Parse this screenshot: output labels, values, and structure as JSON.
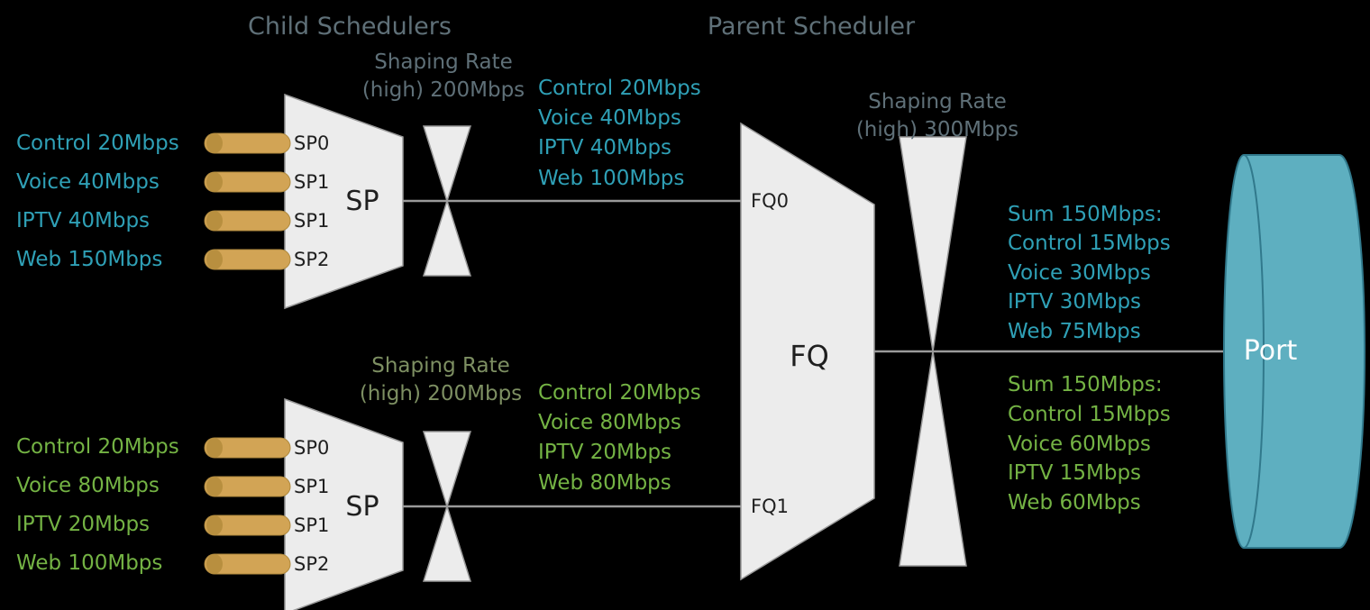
{
  "titles": {
    "child": "Child Schedulers",
    "parent": "Parent Scheduler"
  },
  "child_top": {
    "inputs": [
      "Control 20Mbps",
      "Voice 40Mbps",
      "IPTV 40Mbps",
      "Web 150Mbps"
    ],
    "queues": [
      "SP0",
      "SP1",
      "SP1",
      "SP2"
    ],
    "scheduler": "SP",
    "shaping": [
      "Shaping Rate",
      "(high) 200Mbps"
    ],
    "outputs": [
      "Control 20Mbps",
      "Voice 40Mbps",
      "IPTV 40Mbps",
      "Web 100Mbps"
    ]
  },
  "child_bottom": {
    "inputs": [
      "Control 20Mbps",
      "Voice 80Mbps",
      "IPTV 20Mbps",
      "Web 100Mbps"
    ],
    "queues": [
      "SP0",
      "SP1",
      "SP1",
      "SP2"
    ],
    "scheduler": "SP",
    "shaping": [
      "Shaping Rate",
      "(high) 200Mbps"
    ],
    "outputs": [
      "Control 20Mbps",
      "Voice 80Mbps",
      "IPTV 20Mbps",
      "Web 80Mbps"
    ]
  },
  "parent": {
    "scheduler": "FQ",
    "queue_top": "FQ0",
    "queue_bottom": "FQ1",
    "shaping": [
      "Shaping Rate",
      "(high) 300Mbps"
    ],
    "output_top": [
      "Sum 150Mbps:",
      "Control 15Mbps",
      "Voice 30Mbps",
      "IPTV 30Mbps",
      "Web 75Mbps"
    ],
    "output_bottom": [
      "Sum 150Mbps:",
      "Control 15Mbps",
      "Voice 60Mbps",
      "IPTV 15Mbps",
      "Web 60Mbps"
    ]
  },
  "port": {
    "label": "Port"
  },
  "colors": {
    "teal_text": "#2fa0b6",
    "green_text": "#74b344",
    "slate_text": "#5f7078",
    "olive_text": "#7d8f62",
    "queue_fill": "#d2a455",
    "shape_fill": "#ececec",
    "shape_stroke": "#9a9a9a",
    "port_fill": "#5eafc0",
    "port_stroke": "#31798c"
  }
}
